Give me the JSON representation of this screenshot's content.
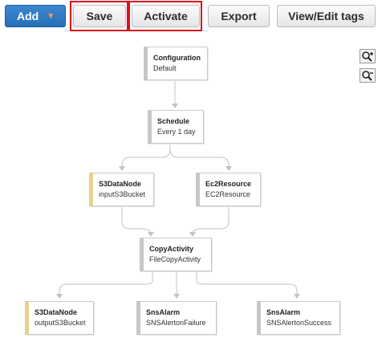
{
  "toolbar": {
    "add_label": "Add",
    "save_label": "Save",
    "activate_label": "Activate",
    "export_label": "Export",
    "tags_label": "View/Edit tags"
  },
  "zoom": {
    "zoom_in_icon": "zoom-in-icon",
    "zoom_out_icon": "zoom-out-icon"
  },
  "graph": {
    "nodes": [
      {
        "id": "configuration",
        "title": "Configuration",
        "subtitle": "Default",
        "kind": "resource"
      },
      {
        "id": "schedule",
        "title": "Schedule",
        "subtitle": "Every 1 day",
        "kind": "resource"
      },
      {
        "id": "s3-input",
        "title": "S3DataNode",
        "subtitle": "inputS3Bucket",
        "kind": "data"
      },
      {
        "id": "ec2",
        "title": "Ec2Resource",
        "subtitle": "EC2Resource",
        "kind": "resource"
      },
      {
        "id": "copy",
        "title": "CopyActivity",
        "subtitle": "FileCopyActivity",
        "kind": "resource"
      },
      {
        "id": "s3-output",
        "title": "S3DataNode",
        "subtitle": "outputS3Bucket",
        "kind": "data"
      },
      {
        "id": "sns-failure",
        "title": "SnsAlarm",
        "subtitle": "SNSAlertonFailure",
        "kind": "resource"
      },
      {
        "id": "sns-success",
        "title": "SnsAlarm",
        "subtitle": "SNSAlertonSuccess",
        "kind": "resource"
      }
    ]
  },
  "colors": {
    "highlight": "#d9101a",
    "primary": "#2f7bc4",
    "data_node_accent": "#e6d48a",
    "edge": "#c3c3c3"
  }
}
